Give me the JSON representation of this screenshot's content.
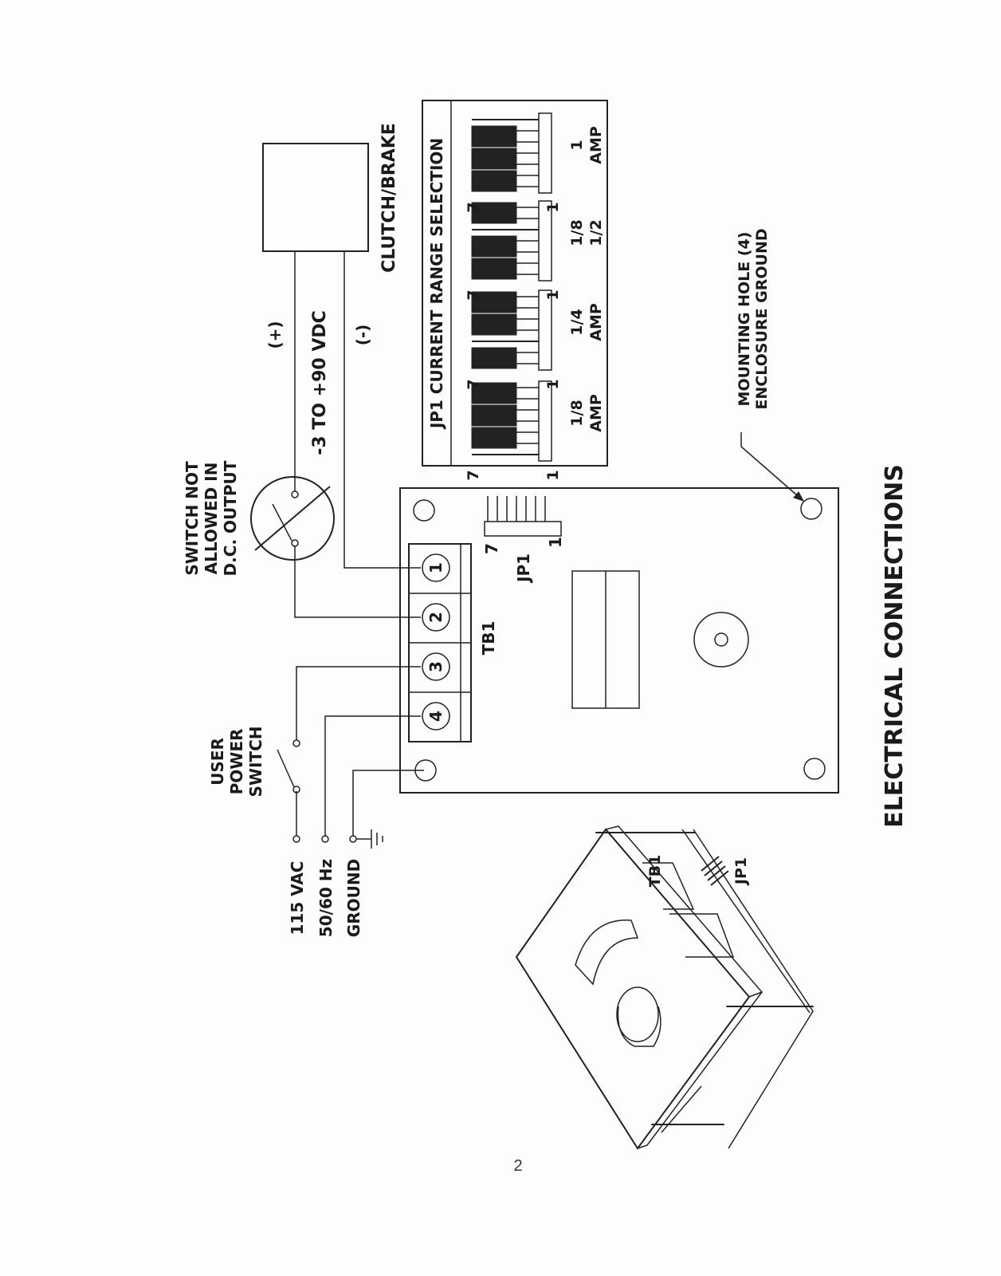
{
  "page": {
    "title": "ELECTRICAL CONNECTIONS",
    "page_number": "2"
  },
  "power_inputs": {
    "vac": "115 VAC",
    "hz": "50/60 Hz",
    "ground": "GROUND"
  },
  "user_switch": {
    "line1": "USER",
    "line2": "POWER",
    "line3": "SWITCH"
  },
  "dc_switch_warning": {
    "line1": "SWITCH NOT",
    "line2": "ALLOWED IN",
    "line3": "D.C. OUTPUT"
  },
  "output": {
    "voltage": "-3 TO +90 VDC",
    "plus": "(+)",
    "minus": "(-)",
    "load": "CLUTCH/BRAKE"
  },
  "board": {
    "tb1_label": "TB1",
    "terminals": [
      "1",
      "2",
      "3",
      "4"
    ],
    "jp1_label": "JP1",
    "jp1_pin_high": "7",
    "jp1_pin_low": "1",
    "mounting_line1": "MOUNTING HOLE (4)",
    "mounting_line2": "ENCLOSURE GROUND"
  },
  "jp1_table": {
    "title": "JP1 CURRENT RANGE SELECTION",
    "pin_high": "7",
    "pin_low": "1",
    "options": [
      {
        "line1": "1/8",
        "line2": "AMP"
      },
      {
        "line1": "1/4",
        "line2": "AMP"
      },
      {
        "line1": "1/8",
        "line2": "1/2"
      },
      {
        "line1": "1",
        "line2": "AMP"
      }
    ]
  },
  "iso_view": {
    "tb1": "TB1",
    "jp1": "JP1"
  }
}
